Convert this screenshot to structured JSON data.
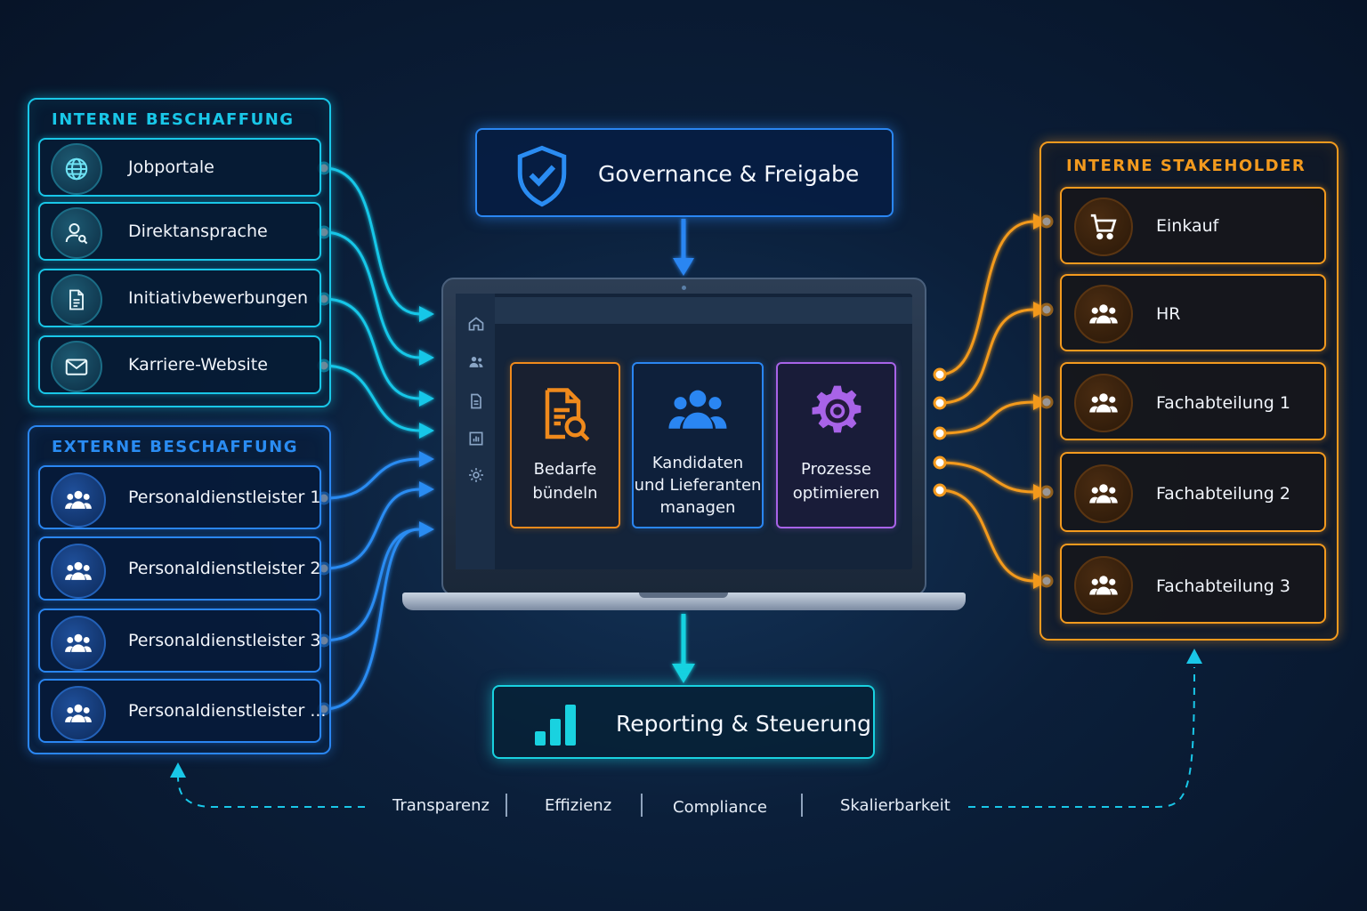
{
  "internal_sourcing": {
    "title": "INTERNE BESCHAFFUNG",
    "items": [
      {
        "label": "Jobportale",
        "icon": "globe-icon"
      },
      {
        "label": "Direktansprache",
        "icon": "user-search-icon"
      },
      {
        "label": "Initiativbewerbungen",
        "icon": "document-icon"
      },
      {
        "label": "Karriere-Website",
        "icon": "mail-icon"
      }
    ]
  },
  "external_sourcing": {
    "title": "EXTERNE BESCHAFFUNG",
    "items": [
      {
        "label": "Personaldienstleister 1",
        "icon": "users-icon"
      },
      {
        "label": "Personaldienstleister 2",
        "icon": "users-icon"
      },
      {
        "label": "Personaldienstleister 3",
        "icon": "users-icon"
      },
      {
        "label": "Personaldienstleister ...",
        "icon": "users-icon"
      }
    ]
  },
  "governance": {
    "label": "Governance & Freigabe",
    "icon": "shield-check-icon"
  },
  "reporting": {
    "label": "Reporting & Steuerung",
    "icon": "bar-chart-icon"
  },
  "platform": {
    "sidebar_icons": [
      "home-icon",
      "users-icon",
      "document-icon",
      "chart-icon",
      "gear-icon"
    ],
    "cards": [
      {
        "line1": "Bedarfe",
        "line2": "bündeln",
        "line3": "",
        "icon": "document-search-icon",
        "color": "#f08a1c"
      },
      {
        "line1": "Kandidaten",
        "line2": "und Lieferanten",
        "line3": "managen",
        "icon": "users-icon",
        "color": "#2a86f2"
      },
      {
        "line1": "Prozesse",
        "line2": "optimieren",
        "line3": "",
        "icon": "gear-icon",
        "color": "#a863e8"
      }
    ]
  },
  "internal_stakeholders": {
    "title": "INTERNE STAKEHOLDER",
    "items": [
      {
        "label": "Einkauf",
        "icon": "cart-icon"
      },
      {
        "label": "HR",
        "icon": "users-icon"
      },
      {
        "label": "Fachabteilung 1",
        "icon": "users-icon"
      },
      {
        "label": "Fachabteilung 2",
        "icon": "users-icon"
      },
      {
        "label": "Fachabteilung 3",
        "icon": "users-icon"
      }
    ]
  },
  "benefits": [
    "Transparenz",
    "Effizienz",
    "Compliance",
    "Skalierbarkeit"
  ],
  "colors": {
    "cyan": "#19c7e8",
    "blue": "#2a86f2",
    "orange": "#f39a1e",
    "purple": "#a863e8",
    "background": "#0b1f3a"
  }
}
